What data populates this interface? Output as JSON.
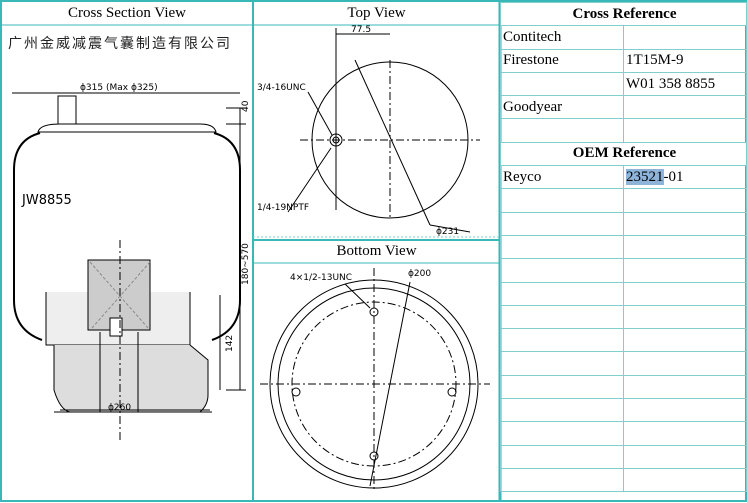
{
  "views": {
    "cross_section": "Cross Section View",
    "top": "Top View",
    "bottom": "Bottom View"
  },
  "manufacturer": "广州金威减震气囊制造有限公司",
  "part_label": "JW8855",
  "dims": {
    "top_dia": "ϕ315 (Max ϕ325)",
    "height_40": "40",
    "height_range": "180~570",
    "height_142": "142",
    "base_dia": "ϕ260",
    "offset": "77.5",
    "thread_top": "3/4-16UNC",
    "thread_air": "1/4-19NPTF",
    "top_dia2": "ϕ231",
    "bottom_holes": "4×1/2-13UNC",
    "bolt_circle": "ϕ200"
  },
  "cross_reference": {
    "title": "Cross Reference",
    "rows": [
      {
        "brand": "Contitech",
        "part": ""
      },
      {
        "brand": "Firestone",
        "part": "1T15M-9"
      },
      {
        "brand": "",
        "part": "W01 358 8855"
      },
      {
        "brand": "Goodyear",
        "part": ""
      },
      {
        "brand": "",
        "part": ""
      }
    ]
  },
  "oem_reference": {
    "title": "OEM Reference",
    "rows": [
      {
        "brand": "Reyco",
        "part_hl": "23521",
        "part_rest": "-01"
      }
    ],
    "empty_rows": 13
  }
}
